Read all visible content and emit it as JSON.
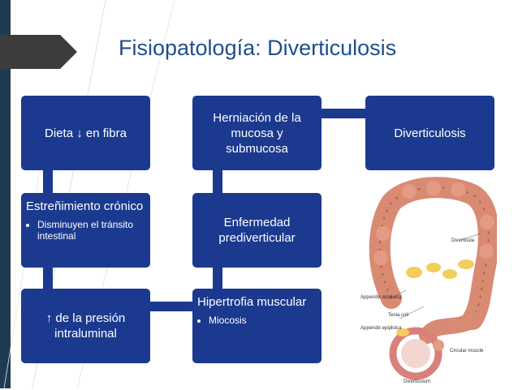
{
  "slide": {
    "title": "Fisiopatología: Diverticulosis"
  },
  "diagram": {
    "nodes": {
      "dieta": {
        "text": "Dieta ↓ en fibra"
      },
      "estrenimiento": {
        "text": "Estreñimiento crónico",
        "bullets": [
          "Disminuyen el tránsito intestinal"
        ]
      },
      "presion": {
        "text": "↑ de la presión intraluminal"
      },
      "hipertrofia": {
        "text": "Hipertrofia muscular",
        "bullets": [
          "Miocosis"
        ]
      },
      "enfermedad": {
        "text": "Enfermedad prediverticular"
      },
      "herniacion": {
        "text": "Herniación de la mucosa y submucosa"
      },
      "diverticulosis": {
        "text": "Diverticulosis"
      }
    },
    "flow": [
      "dieta",
      "estrenimiento",
      "presion",
      "hipertrofia",
      "enfermedad",
      "herniacion",
      "diverticulosis"
    ]
  },
  "illustration": {
    "labels": {
      "diverticula": "Diverticula",
      "appendix_epiploica_1": "Appendix epiploica",
      "taenia_coli": "Tenia coli",
      "appendix_epiploica_2": "Appendix epiploica",
      "circular_muscle": "Circular muscle",
      "diverticulum": "Diverticulum"
    }
  },
  "colors": {
    "box_fill": "#1b3a8f",
    "title_text": "#1f4e8c",
    "left_strip": "#1e3b52",
    "title_arrow": "#3c3c3c"
  }
}
